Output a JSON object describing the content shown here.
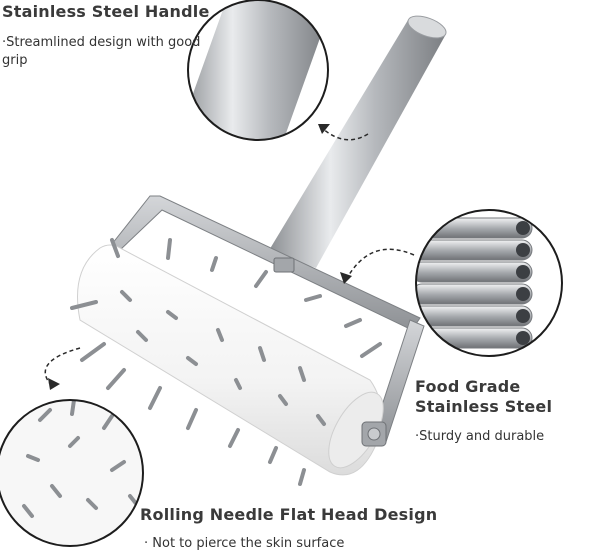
{
  "callouts": {
    "handle": {
      "title": "Stainless Steel Handle",
      "subtitle": "·Streamlined design with good grip",
      "icon": "steel-handle-closeup-icon"
    },
    "steel": {
      "title": "Food Grade Stainless Steel",
      "subtitle": "·Sturdy and durable",
      "icon": "steel-tubes-closeup-icon"
    },
    "needles": {
      "title": "Rolling Needle Flat Head Design",
      "subtitle": "· Not to pierce the skin surface",
      "icon": "needle-roller-closeup-icon"
    }
  },
  "product": {
    "icon": "dough-docker-roller-icon"
  },
  "colors": {
    "steel": "#b5b8bc",
    "roller": "#f4f4f4",
    "text": "#333333"
  }
}
